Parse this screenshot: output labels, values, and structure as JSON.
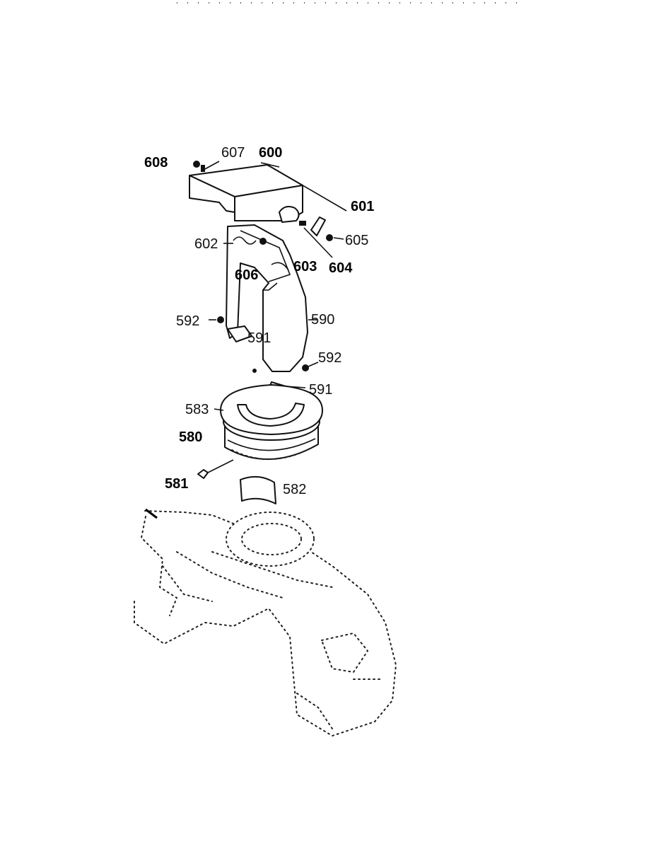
{
  "header_fragment": "",
  "labels": {
    "l608": "608",
    "l607": "607",
    "l600": "600",
    "l601": "601",
    "l602": "602",
    "l605": "605",
    "l606": "606",
    "l603": "603",
    "l604": "604",
    "l592a": "592",
    "l590": "590",
    "l591a": "591",
    "l592b": "592",
    "l591b": "591",
    "l583": "583",
    "l580": "580",
    "l581": "581",
    "l582": "582"
  }
}
